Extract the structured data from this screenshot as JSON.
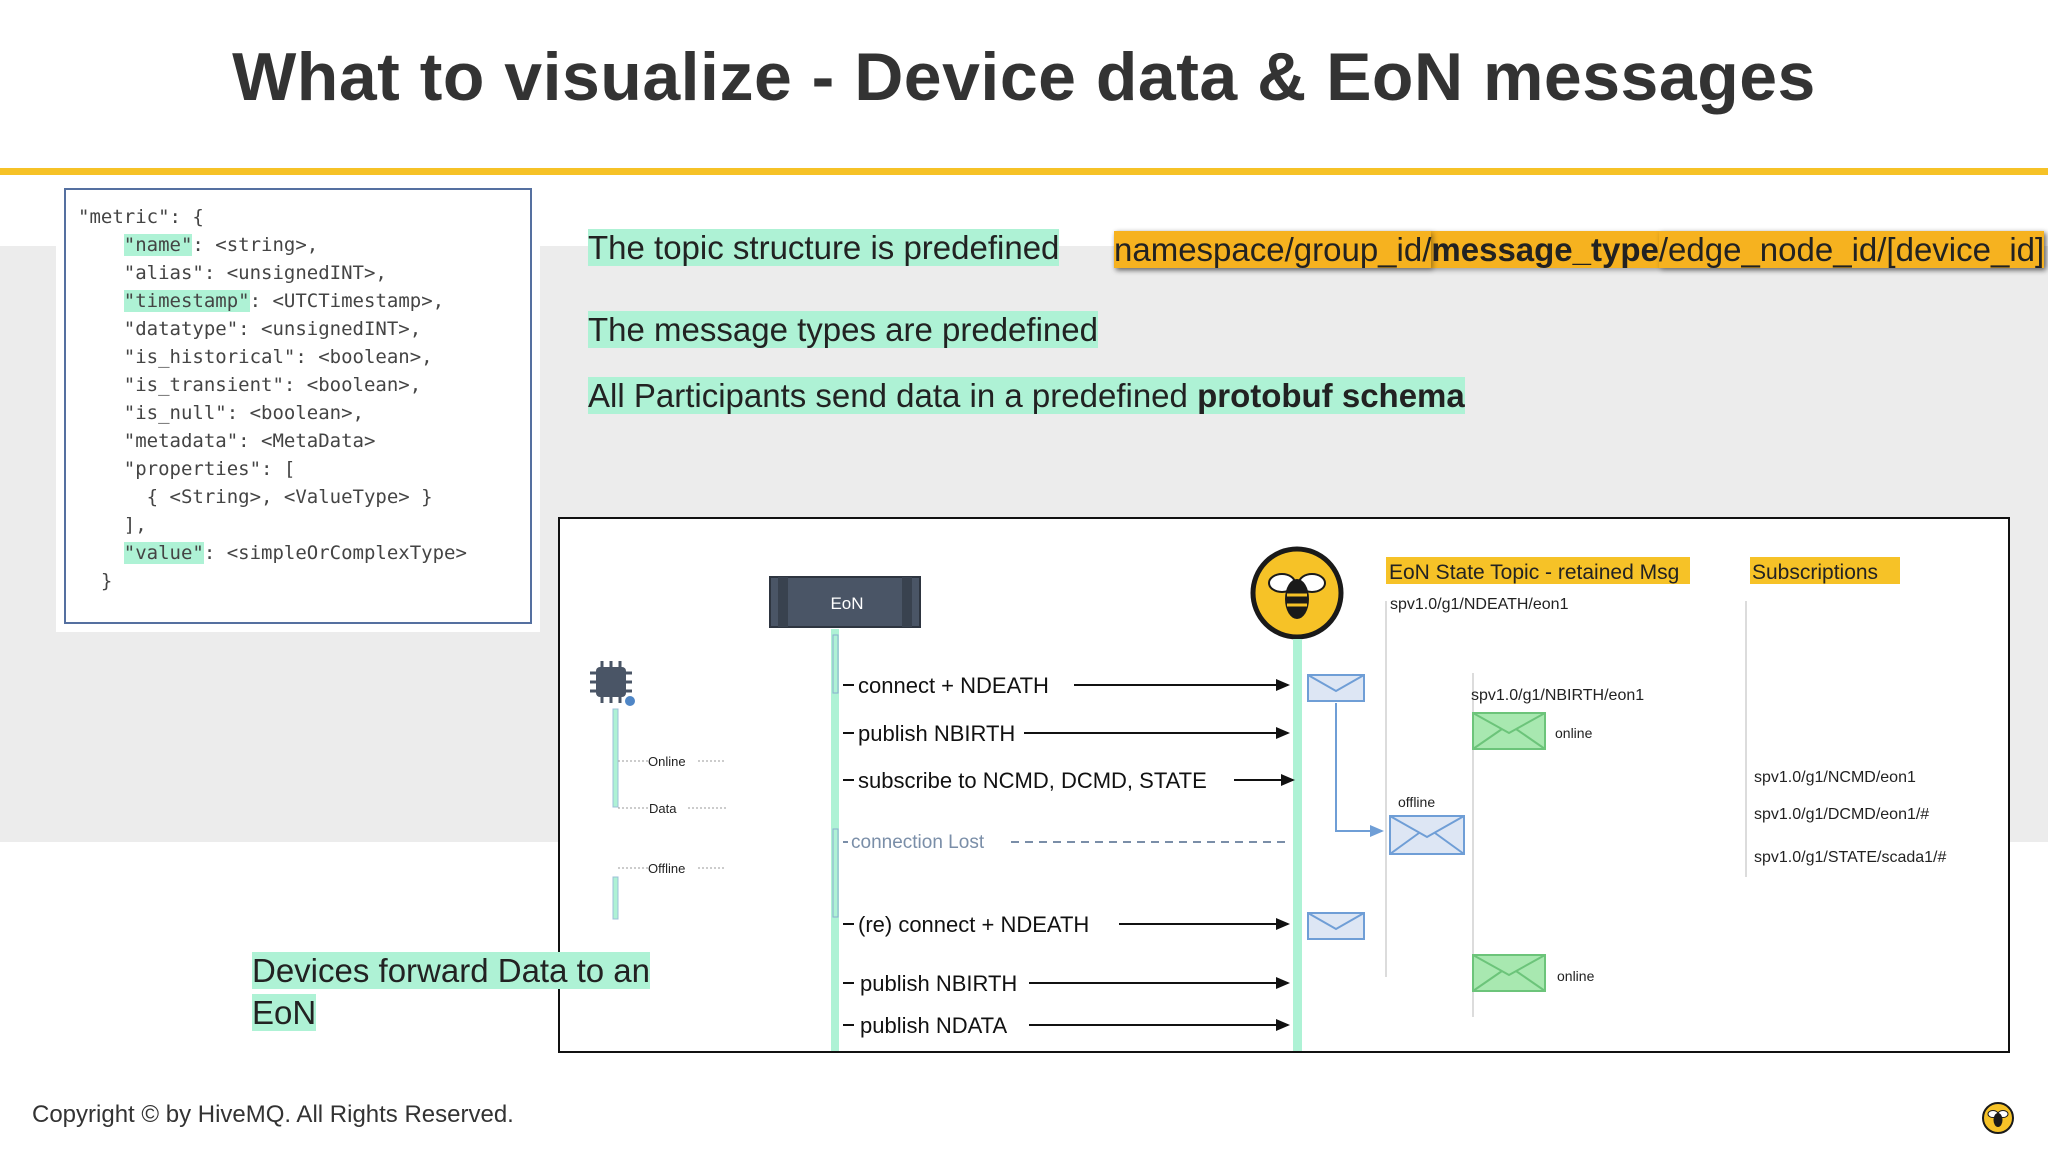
{
  "slide": {
    "title": "What to visualize  - Device data & EoN messages",
    "copyright": "Copyright © by HiveMQ. All Rights Reserved.",
    "accent_color": "#f6c227",
    "highlight_green": "#aef2d5",
    "highlight_orange": "#f6b21f"
  },
  "code": {
    "lines": [
      "\"metric\": {",
      "    \"name\": <string>,",
      "    \"alias\": <unsignedINT>,",
      "    \"timestamp\": <UTCTimestamp>,",
      "    \"datatype\": <unsignedINT>,",
      "    \"is_historical\": <boolean>,",
      "    \"is_transient\": <boolean>,",
      "    \"is_null\": <boolean>,",
      "    \"metadata\": <MetaData>",
      "    \"properties\": [",
      "      { <String>, <ValueType> }",
      "    ],",
      "    \"value\": <simpleOrComplexType>",
      "  }"
    ],
    "highlighted_keys": [
      "name",
      "timestamp",
      "value"
    ]
  },
  "notes": {
    "topic_structure": "The topic structure is predefined",
    "topic_prefix": "namespace/group_id/",
    "topic_bold": "message_type",
    "topic_suffix": "/edge_node_id/[device_id]",
    "message_types": "The message types are predefined",
    "participants_prefix": "All Participants send data in a predefined ",
    "participants_bold": "protobuf schema",
    "devices_line1": "Devices forward Data to an",
    "devices_line2": "EoN"
  },
  "diagram": {
    "eon_label": "EoN",
    "device_states": [
      "Online",
      "Data",
      "Offline"
    ],
    "state_topic_header": "EoN State Topic - retained Msg",
    "subscriptions_header": "Subscriptions",
    "ndeath_topic": "spv1.0/g1/NDEATH/eon1",
    "nbirth_topic": "spv1.0/g1/NBIRTH/eon1",
    "online_label": "online",
    "offline_label": "offline",
    "subscriptions": [
      "spv1.0/g1/NCMD/eon1",
      "spv1.0/g1/DCMD/eon1/#",
      "spv1.0/g1/STATE/scada1/#"
    ],
    "messages": [
      "connect + NDEATH",
      "publish NBIRTH",
      "subscribe to NCMD, DCMD, STATE",
      "connection Lost",
      "(re) connect + NDEATH",
      "publish NBIRTH",
      "publish NDATA"
    ]
  }
}
